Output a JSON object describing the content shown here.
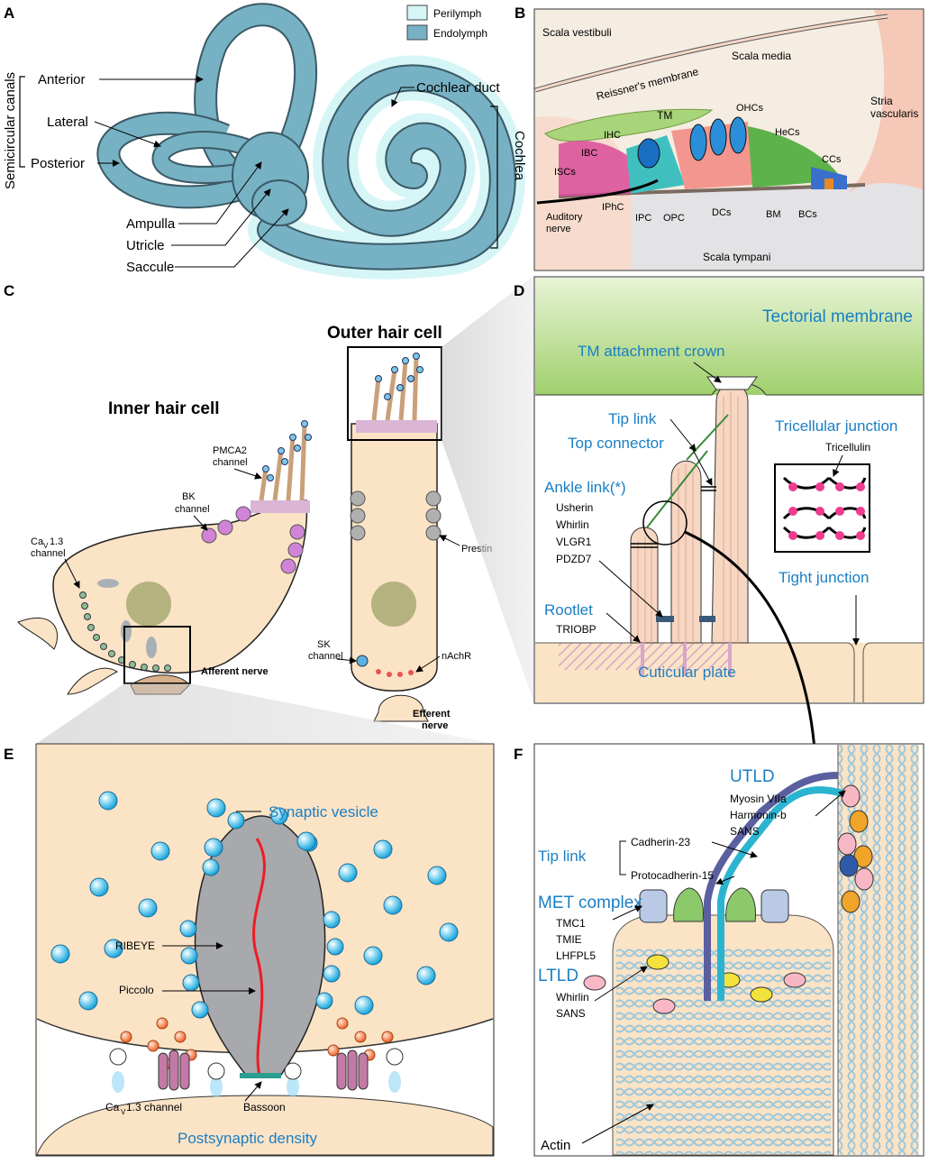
{
  "panel_labels": [
    "A",
    "B",
    "C",
    "D",
    "E",
    "F"
  ],
  "panel_a": {
    "legend": {
      "perilymph": "Perilymph",
      "endolymph": "Endolymph"
    },
    "semicircular_canals": "Semicircular canals",
    "anterior": "Anterior",
    "lateral": "Lateral",
    "posterior": "Posterior",
    "ampulla": "Ampulla",
    "utricle": "Utricle",
    "saccule": "Saccule",
    "cochlear_duct": "Cochlear duct",
    "cochlea": "Cochlea",
    "colors": {
      "perilymph": "#d6f5f7",
      "endolymph": "#77b1c4"
    }
  },
  "panel_b": {
    "scala_vestibuli": "Scala vestibuli",
    "reissners_membrane": "Reissner's membrane",
    "scala_media": "Scala media",
    "stria_vascularis_1": "Stria",
    "stria_vascularis_2": "vascularis",
    "tm": "TM",
    "ohcs": "OHCs",
    "hecs": "HeCs",
    "ihc": "IHC",
    "ibc": "IBC",
    "iscs": "ISCs",
    "ccs": "CCs",
    "iphc": "IPhC",
    "ipc": "IPC",
    "opc": "OPC",
    "dcs": "DCs",
    "bm": "BM",
    "bcs": "BCs",
    "auditory_nerve_1": "Auditory",
    "auditory_nerve_2": "nerve",
    "scala_tympani": "Scala tympani"
  },
  "panel_c": {
    "outer_hair_cell": "Outer hair cell",
    "inner_hair_cell": "Inner hair cell",
    "pmca2_1": "PMCA2",
    "pmca2_2": "channel",
    "bk_1": "BK",
    "bk_2": "channel",
    "cav_1": "Ca",
    "cav_sub": "V",
    "cav_2": "1.3",
    "cav_3": "channel",
    "prestin": "Prestin",
    "sk_1": "SK",
    "sk_2": "channel",
    "nachr": "nAchR",
    "afferent_nerve": "Afferent nerve",
    "efferent_1": "Efferent",
    "efferent_2": "nerve"
  },
  "panel_d": {
    "tectorial_membrane": "Tectorial membrane",
    "tm_attachment_crown": "TM attachment crown",
    "tip_link": "Tip link",
    "top_connector": "Top connector",
    "ankle_link": "Ankle link(*)",
    "usherin": "Usherin",
    "whirlin": "Whirlin",
    "vlgr1": "VLGR1",
    "pdzd7": "PDZD7",
    "rootlet": "Rootlet",
    "triobp": "TRIOBP",
    "tricellular_junction": "Tricellular junction",
    "tricellulin": "Tricellulin",
    "tight_junction": "Tight junction",
    "cuticular_plate": "Cuticular plate"
  },
  "panel_e": {
    "synaptic_vesicle": "Synaptic vesicle",
    "ribeye": "RIBEYE",
    "piccolo": "Piccolo",
    "bassoon": "Bassoon",
    "cav_1": "Ca",
    "cav_sub": "V",
    "cav_2": "1.3 channel",
    "postsynaptic_density": "Postsynaptic density"
  },
  "panel_f": {
    "utld": "UTLD",
    "myosin": "Myosin VIIa",
    "harmonin": "Harmonin-b",
    "sans": "SANS",
    "tip_link": "Tip link",
    "cadherin": "Cadherin-23",
    "protocadherin": "Protocadherin-15",
    "met_complex": "MET complex",
    "tmc1": "TMC1",
    "tmie": "TMIE",
    "lhfpl5": "LHFPL5",
    "ltld": "LTLD",
    "whirlin": "Whirlin",
    "sans2": "SANS",
    "actin": "Actin"
  },
  "colors": {
    "cell": "#fbe3c6",
    "label_blue": "#1a7fc4",
    "tm_green": "#a8d47a",
    "vesicle": "#39b6e6",
    "ribbon": "#a7a9ac",
    "piccolo": "#ee1c24"
  }
}
